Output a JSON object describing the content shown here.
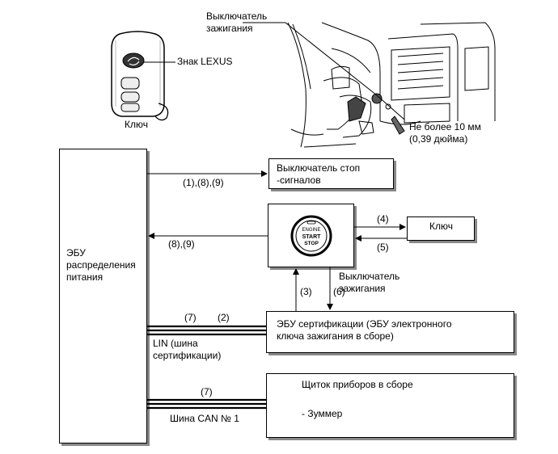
{
  "illustration": {
    "ignition_switch_label": "Выключатель\nзажигания",
    "lexus_mark_label": "Знак LEXUS",
    "key_label": "Ключ",
    "distance_label": "Не более 10 мм\n(0,39 дюйма)"
  },
  "blocks": {
    "power_ecu": "ЭБУ\nраспределения\nпитания",
    "stop_light_switch": "Выключатель стоп\n-сигналов",
    "key_box": "Ключ",
    "engine_switch_label": "Выключатель\nзажигания",
    "engine_button_text": [
      "ENGINE",
      "START",
      "STOP"
    ],
    "cert_ecu": "ЭБУ сертификации (ЭБУ электронного\nключа зажигания в сборе)",
    "meter": "Щиток приборов в сборе",
    "meter_sub": "- Зуммер"
  },
  "connections": {
    "to_stop_switch": "(1),(8),(9)",
    "from_engine_switch": "(8),(9)",
    "to_key": "(4)",
    "from_key": "(5)",
    "cert_up": "(3)",
    "cert_down": "(6)",
    "lin_7": "(7)",
    "lin_2": "(2)",
    "lin_label": "LIN (шина\nсертификации)",
    "can_7": "(7)",
    "can_label": "Шина CAN № 1"
  }
}
